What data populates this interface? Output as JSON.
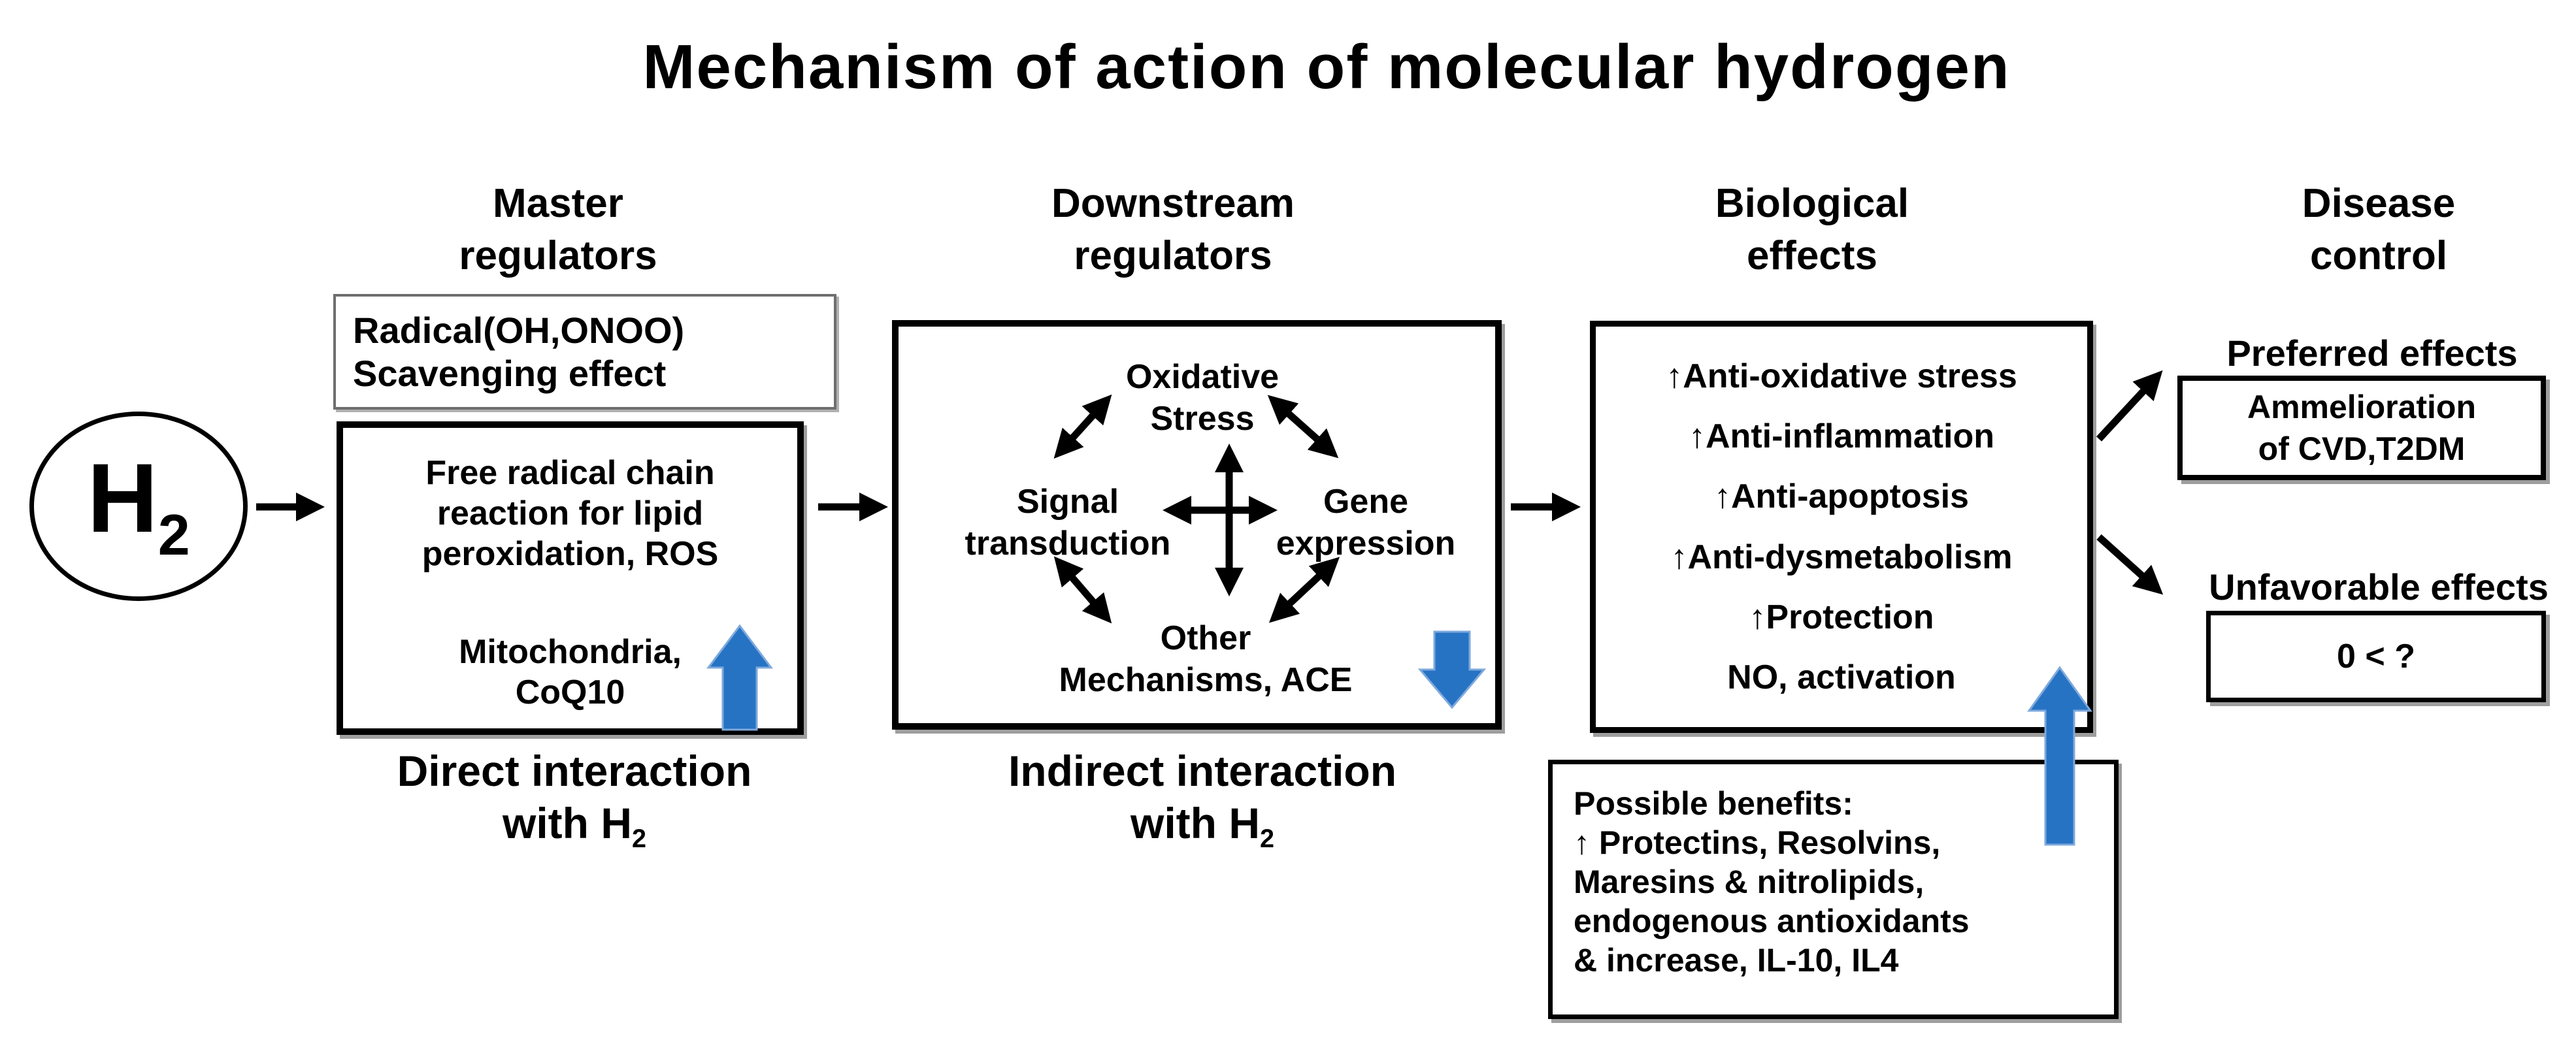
{
  "title": "Mechanism of action of molecular hydrogen",
  "colors": {
    "accent_blue": "#2673C4",
    "ink": "#000000",
    "shadow_gray": "#9e9e9e"
  },
  "h2_node": {
    "symbol": "H",
    "subscript": "2"
  },
  "headers": {
    "master": {
      "line1": "Master",
      "line2": "regulators"
    },
    "downstream": {
      "line1": "Downstream",
      "line2": "regulators"
    },
    "biological": {
      "line1": "Biological",
      "line2": "effects"
    },
    "disease": {
      "line1": "Disease",
      "line2": "control"
    }
  },
  "master": {
    "scavenging_box": {
      "line1": "Radical(OH,ONOO)",
      "line2": "Scavenging effect"
    },
    "main_box": {
      "block1": {
        "line1": "Free radical chain",
        "line2": "reaction for lipid",
        "line3": "peroxidation, ROS"
      },
      "block2": {
        "line1": "Mitochondria,",
        "line2": "CoQ10"
      }
    },
    "caption": {
      "line1": "Direct interaction",
      "line2_pre": "with H",
      "line2_sub": "2"
    }
  },
  "downstream": {
    "nodes": {
      "oxidative": {
        "line1": "Oxidative",
        "line2": "Stress"
      },
      "signal": {
        "line1": "Signal",
        "line2": "transduction"
      },
      "gene": {
        "line1": "Gene",
        "line2": "expression"
      },
      "other": {
        "line1": "Other",
        "line2": "Mechanisms, ACE"
      }
    },
    "caption": {
      "line1": "Indirect interaction",
      "line2_pre": "with H",
      "line2_sub": "2"
    }
  },
  "biological": {
    "items": [
      "↑Anti-oxidative stress",
      "↑Anti-inflammation",
      "↑Anti-apoptosis",
      "↑Anti-dysmetabolism",
      "↑Protection",
      "NO, activation"
    ]
  },
  "benefits": {
    "lines": [
      "Possible benefits:",
      "↑ Protectins, Resolvins,",
      "Maresins & nitrolipids,",
      "endogenous antioxidants",
      "& increase, IL-10, IL4"
    ]
  },
  "disease": {
    "preferred_label": "Preferred effects",
    "amelioration_box": {
      "line1": "Ammelioration",
      "line2": "of CVD,T2DM"
    },
    "unfavorable_label": "Unfavorable effects",
    "unknown_box": "0 < ?"
  }
}
